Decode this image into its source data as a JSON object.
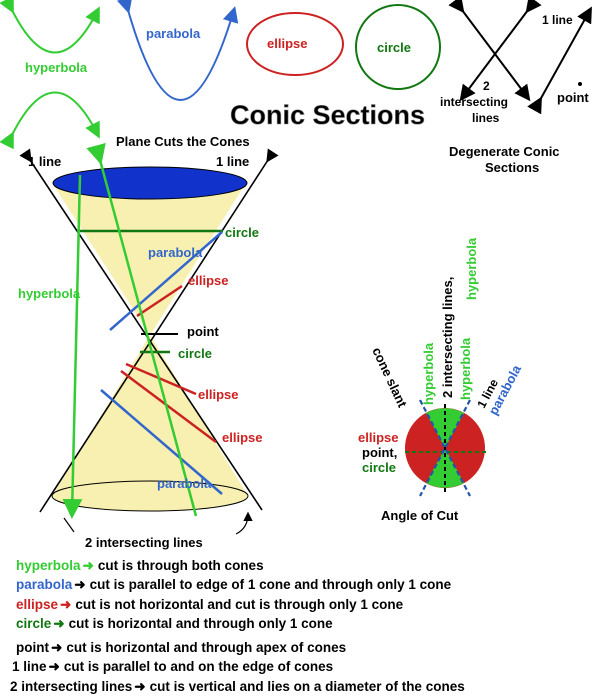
{
  "title": "Conic Sections",
  "subtitle_plane": "Plane Cuts the Cones",
  "colors": {
    "hyperbola": "#33cc33",
    "parabola": "#3366cc",
    "ellipse": "#cc2222",
    "circle": "#117711",
    "cone_fill": "#f7f0b0",
    "cone_top": "#1133cc",
    "black": "#000000"
  },
  "top_shapes": {
    "hyperbola": "hyperbola",
    "parabola": "parabola",
    "ellipse": "ellipse",
    "circle": "circle"
  },
  "degenerate": {
    "one_line": "1 line",
    "intersecting_num": "2",
    "intersecting_word": "intersecting",
    "intersecting_lines": "lines",
    "point": "point",
    "caption_1": "Degenerate Conic",
    "caption_2": "Sections"
  },
  "cone_labels": {
    "one_line_left": "1 line",
    "one_line_right": "1 line",
    "circle_top": "circle",
    "parabola_top": "parabola",
    "hyperbola": "hyperbola",
    "ellipse_top": "ellipse",
    "point": "point",
    "circle_mid": "circle",
    "ellipse_mid": "ellipse",
    "ellipse_bottom": "ellipse",
    "parabola_bottom": "parabola",
    "two_lines": "2 intersecting lines"
  },
  "angle_diagram": {
    "two_intersecting_lines": "2 intersecting lines,",
    "hyperbola_top": "hyperbola",
    "cone_slant": "cone slant",
    "hyperbola_left": "hyperbola",
    "hyperbola_right": "hyperbola",
    "one_line": "1 line",
    "parabola": "parabola",
    "ellipse": "ellipse",
    "point": "point,",
    "circle": "circle",
    "caption": "Angle of Cut"
  },
  "legend": [
    {
      "term": "hyperbola",
      "color": "#33cc33",
      "desc": "cut is through both cones"
    },
    {
      "term": "parabola",
      "color": "#3366cc",
      "desc": "cut is parallel to edge of 1 cone  and through only 1 cone"
    },
    {
      "term": "ellipse",
      "color": "#cc2222",
      "desc": "cut is not horizontal and cut is  through only 1 cone"
    },
    {
      "term": "circle",
      "color": "#117711",
      "desc": "cut is horizontal and  through only 1 cone"
    },
    {
      "term": "point",
      "color": "#000000",
      "desc": "cut is horizontal and through apex of cones"
    },
    {
      "term": "1 line",
      "color": "#000000",
      "desc": "cut is parallel to and on the edge of cones"
    },
    {
      "term": "2 intersecting lines",
      "color": "#000000",
      "desc": "cut is vertical and lies on a diameter of the cones"
    }
  ]
}
